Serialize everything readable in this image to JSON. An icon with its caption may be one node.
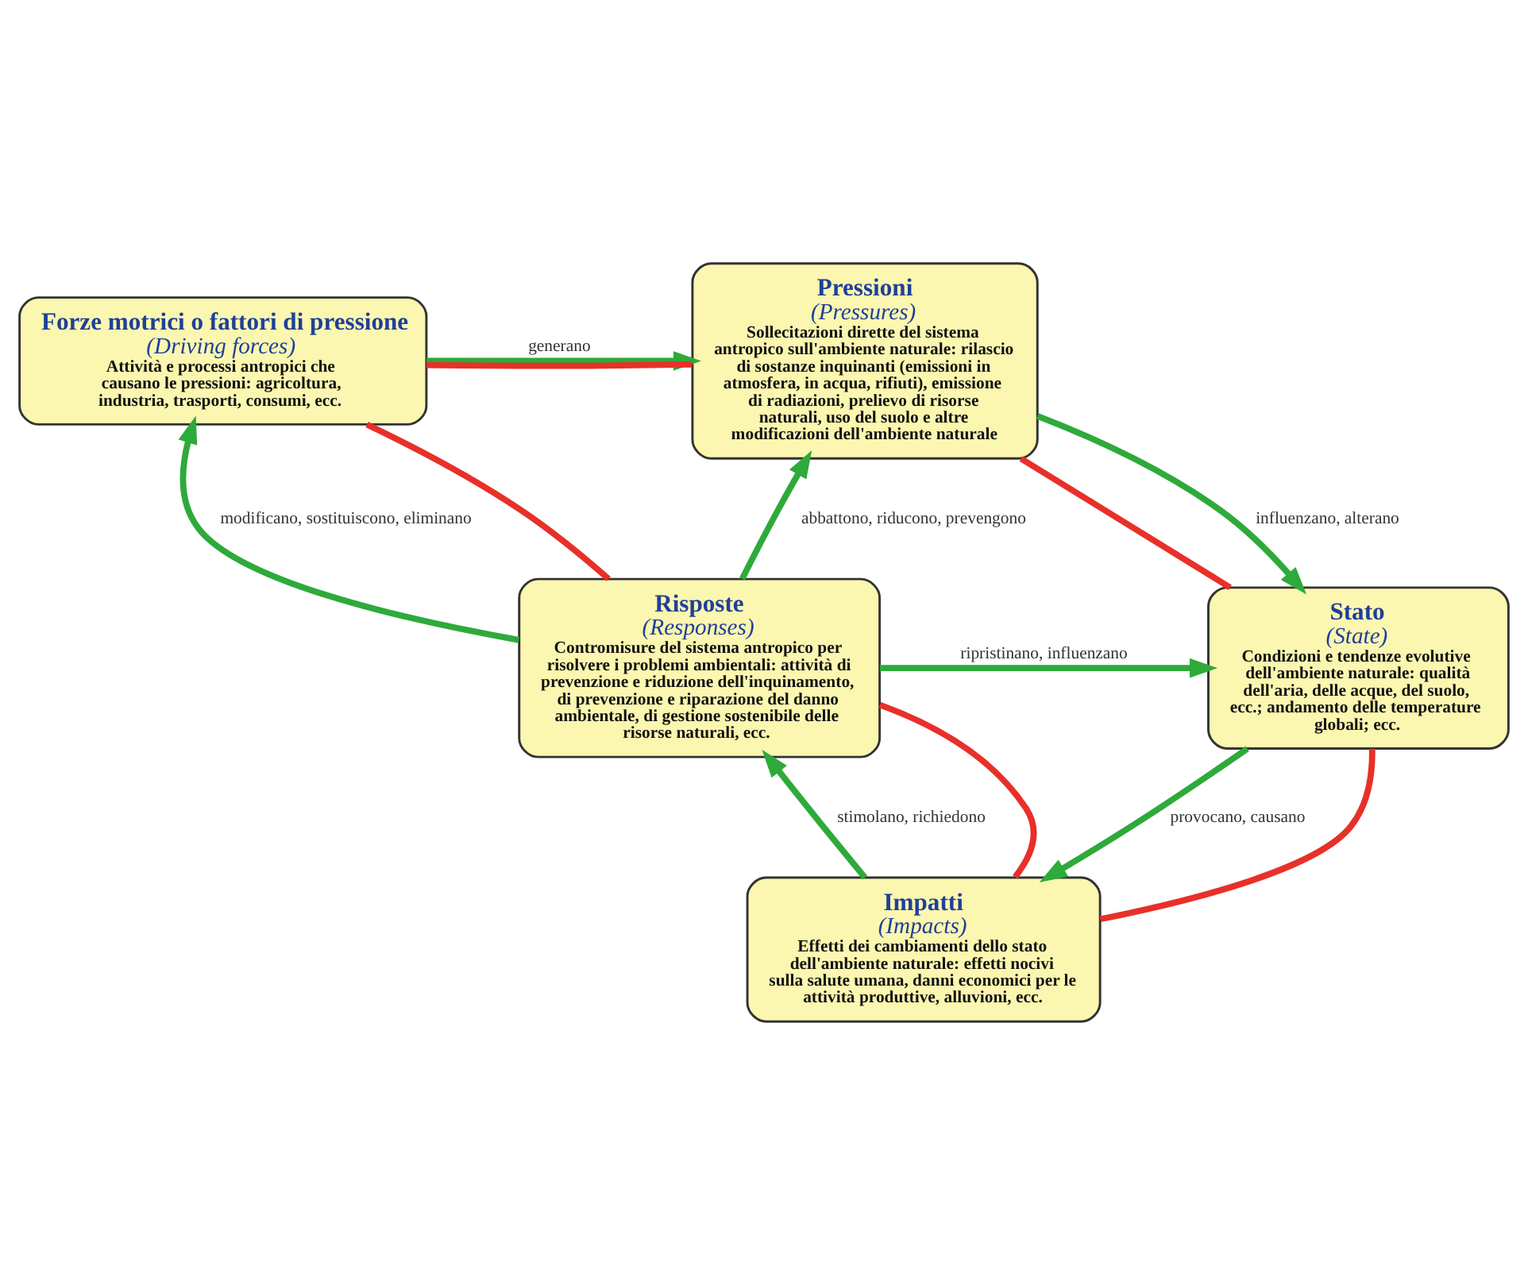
{
  "diagram": {
    "nodes": [
      {
        "text": [
          "Forze motrici o fattori di pressione",
          "(Driving forces)",
          "Attività e processi antropici che causano le pressioni: agricoltura, industria, trasporti, consumi, ecc."
        ]
      },
      {
        "text": [
          "Pressioni",
          "(Pressures)",
          "Sollecitazioni dirette del sistema antropico sull'ambiente naturale: rilascio di sostanze inquinanti (emissioni in atmosfera, in acqua, rifiuti), emissione di radiazioni, prelievo di risorse naturali, uso del suolo e altre modificazioni dell'ambiente naturale"
        ]
      },
      {
        "text": [
          "Risposte",
          "(Responses)",
          "Contromisure del sistema antropico per risolvere i problemi ambientali: attività di prevenzione e riduzione dell'inquinamento, di prevenzione e riparazione del danno ambientale, di gestione sostenibile delle risorse naturali, ecc."
        ]
      },
      {
        "text": [
          "Stato",
          "(State)",
          "Condizioni e tendenze evolutive dell'ambiente naturale: qualità dell'aria, delle acque, del suolo, ecc.; andamento delle temperature globali; ecc."
        ]
      },
      {
        "text": [
          "Impatti",
          "(Impacts)",
          "Effetti dei cambiamenti dello stato dell'ambiente naturale: effetti nocivi sulla salute umana, danni economici per le attività produttive, alluvioni, ecc."
        ]
      }
    ],
    "edges": [
      {
        "from": 0,
        "to": 1,
        "arrow": "to",
        "label": "generano"
      },
      {
        "from": 1,
        "to": 3,
        "arrow": "to",
        "label": "influenzano, alterano"
      },
      {
        "from": 3,
        "to": 4,
        "arrow": "to",
        "label": "provocano, causano"
      },
      {
        "from": 4,
        "to": 2,
        "arrow": "to",
        "label": "stimolano, richiedono"
      },
      {
        "from": 2,
        "to": 0,
        "arrow": "to",
        "label": "modificano, sostituiscono, eliminano"
      },
      {
        "from": 2,
        "to": 1,
        "arrow": "to",
        "label": "abbattono, riducono, prevengono"
      },
      {
        "from": 2,
        "to": 3,
        "arrow": "to",
        "label": "ripristinano, influenzano"
      },
      {
        "from": 0,
        "to": 1,
        "arrow": "none",
        "color": "#e8302a"
      },
      {
        "from": 1,
        "to": 3,
        "arrow": "none",
        "color": "#e8302a"
      },
      {
        "from": 3,
        "to": 4,
        "arrow": "none",
        "color": "#e8302a"
      },
      {
        "from": 4,
        "to": 2,
        "arrow": "none",
        "color": "#e8302a"
      },
      {
        "from": 2,
        "to": 0,
        "arrow": "none",
        "color": "#e8302a"
      }
    ]
  }
}
